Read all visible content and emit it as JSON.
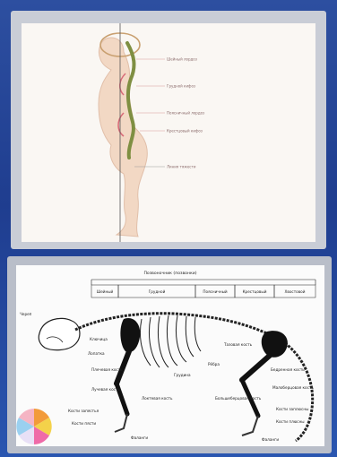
{
  "slide_top": {
    "annotations": [
      "Шейный лордоз",
      "Грудной кифоз",
      "Поясничный лордоз",
      "Крестцовый кифоз",
      "Линия тяжести"
    ]
  },
  "slide_bottom": {
    "title": "Позвоночник (позвонки)",
    "sections": [
      "Шейный",
      "Грудной",
      "Поясничный",
      "Крестцовый",
      "Хвостовой"
    ],
    "labels_left": [
      "Череп",
      "Лопатка",
      "Плечевая кость",
      "Лучевая кость",
      "Локтевая кость",
      "Кости запястья",
      "Кости пясти",
      "Фаланги"
    ],
    "labels_middle": [
      "Грудина",
      "Рёбра",
      "Ключица"
    ],
    "labels_right": [
      "Тазовая кость",
      "Бедренная кость",
      "Малоберцовая кость",
      "Большеберцовая кость",
      "Кости заплюсны",
      "Кости плюсны",
      "Фаланги"
    ]
  }
}
